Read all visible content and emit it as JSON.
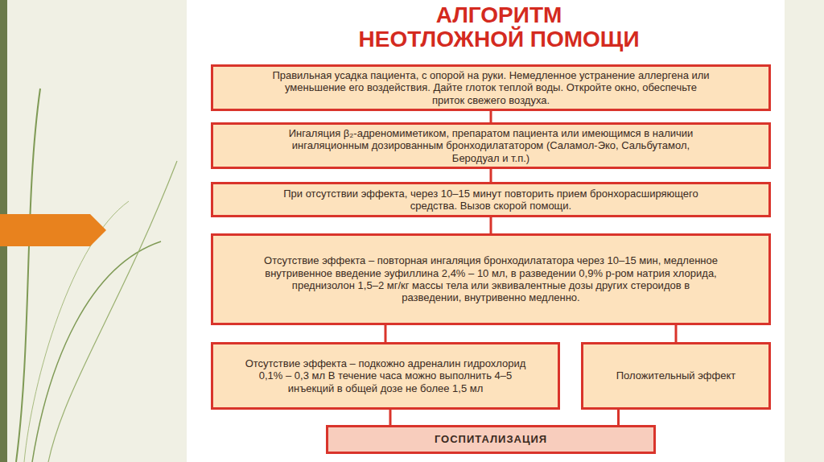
{
  "diagram": {
    "title": "АЛГОРИТМ НЕОТЛОЖНОЙ ПОМОЩИ",
    "nodes": [
      {
        "text": [
          "Правильная усадка пациента, с опорой на руки. Немедленное устранение аллергена или уменьшение его воздействия. Дайте глоток теплой воды. Откройте окно, обеспечьте приток свежего воздуха."
        ]
      },
      {
        "text": [
          "Ингаляция β₂-адреномиметиком, препаратом пациента или имеющимся в наличии ингаляционным дозированным бронходилататором (Саламол-Эко, Сальбутамол, Беродуал и т.п.)"
        ]
      },
      {
        "text": [
          "При отсутствии эффекта, через 10–15 минут повторить прием бронхорасширяющего средства. Вызов скорой помощи."
        ]
      },
      {
        "text": [
          "Отсутствие эффекта – повторная ингаляция бронходилататора через 10–15 мин, медленное внутривенное введение эуфиллина 2,4% – 10 мл, в разведении 0,9% р-ром натрия хлорида, преднизолон 1,5–2 мг/кг массы тела или эквивалентные дозы других стероидов в разведении, внутривенно медленно."
        ]
      },
      {
        "text": [
          "Отсутствие эффекта – подкожно адреналин гидрохлорид 0,1% – 0,3 мл В течение часа можно выполнить 4–5 инъекций в общей дозе не более 1,5 мл"
        ]
      },
      {
        "text": [
          "Положительный эффект"
        ]
      },
      {
        "text": [
          "ГОСПИТАЛИЗАЦИЯ"
        ]
      }
    ],
    "edges": [
      {
        "from": 0,
        "to": 1,
        "arrow": "none"
      },
      {
        "from": 1,
        "to": 2,
        "arrow": "none"
      },
      {
        "from": 2,
        "to": 3,
        "arrow": "none"
      },
      {
        "from": 3,
        "to": 4,
        "arrow": "none"
      },
      {
        "from": 3,
        "to": 5,
        "arrow": "none"
      },
      {
        "from": 4,
        "to": 6,
        "arrow": "none"
      },
      {
        "from": 5,
        "to": 6,
        "arrow": "none"
      }
    ]
  }
}
